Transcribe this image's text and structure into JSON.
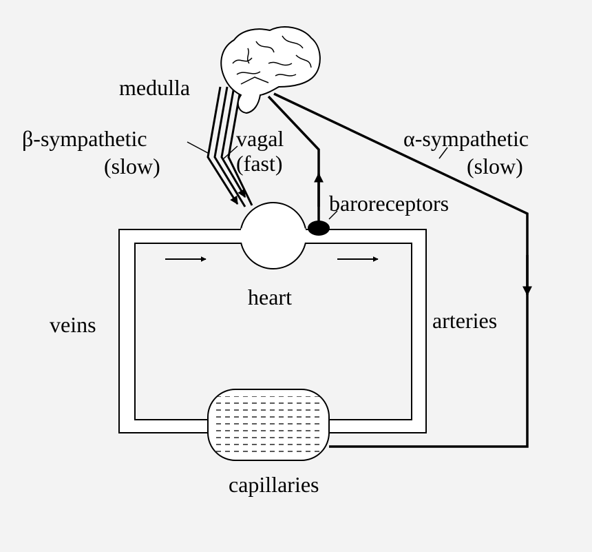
{
  "labels": {
    "medulla": "medulla",
    "beta_sympathetic": "β-sympathetic",
    "beta_speed": "(slow)",
    "vagal": "vagal",
    "vagal_speed": "(fast)",
    "alpha_sympathetic": "α-sympathetic",
    "alpha_speed": "(slow)",
    "baroreceptors": "baroreceptors",
    "heart": "heart",
    "veins": "veins",
    "arteries": "arteries",
    "capillaries": "capillaries"
  },
  "colors": {
    "background": "#f3f3f3",
    "ink": "#000000",
    "paper": "#ffffff"
  },
  "icons": {
    "brain": "brain-icon"
  }
}
